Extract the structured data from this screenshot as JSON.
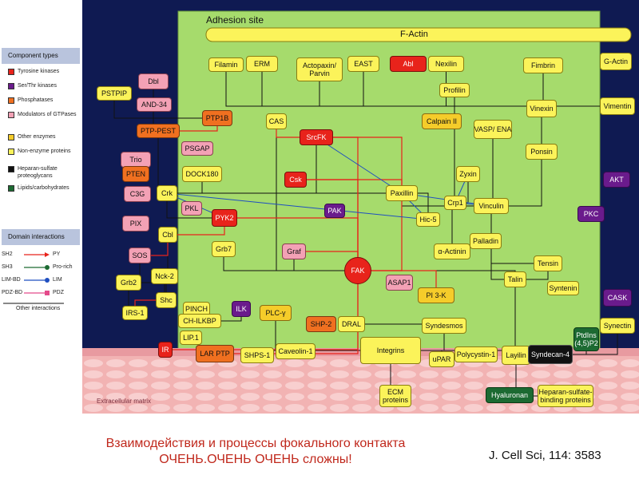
{
  "legend": {
    "component_types_title": "Component types",
    "component_types": [
      {
        "label": "Tyrosine kinases",
        "color": "#e8231b"
      },
      {
        "label": "Ser/Thr kinases",
        "color": "#6a1b8c"
      },
      {
        "label": "Phosphatases",
        "color": "#f07020"
      },
      {
        "label": "Modulators of GTPases",
        "color": "#f3a1b5"
      },
      {
        "label": "Other enzymes",
        "color": "#f5cc2a"
      },
      {
        "label": "Non-enzyme proteins",
        "color": "#fbf35a"
      },
      {
        "label": "Heparan-sulfate proteoglycans",
        "color": "#111111"
      },
      {
        "label": "Lipids/carbohydrates",
        "color": "#1c6a32"
      }
    ],
    "domain_interactions_title": "Domain interactions",
    "domain_interactions": [
      {
        "left": "SH2",
        "right": "PY",
        "color": "#e8231b"
      },
      {
        "left": "SH3",
        "right": "Pro-rich",
        "color": "#1c6a32"
      },
      {
        "left": "LIM-BD",
        "right": "LIM",
        "color": "#1f4fc0"
      },
      {
        "left": "PDZ-BD",
        "right": "PDZ",
        "color": "#e44a8a"
      }
    ],
    "other_interactions_label": "Other interactions"
  },
  "diagram": {
    "adhesion_site_label": "Adhesion site",
    "factin_label": "F-Actin",
    "extracellular_label": "Extracellular matrix",
    "nodes": [
      {
        "label": "Filamin",
        "type": "ne"
      },
      {
        "label": "ERM",
        "type": "ne"
      },
      {
        "label": "Actopaxin/ Parvin",
        "type": "ne"
      },
      {
        "label": "EAST",
        "type": "ne"
      },
      {
        "label": "Abl",
        "type": "ty"
      },
      {
        "label": "Nexilin",
        "type": "ne"
      },
      {
        "label": "Fimbrin",
        "type": "ne"
      },
      {
        "label": "G-Actin",
        "type": "ne"
      },
      {
        "label": "Vimentin",
        "type": "ne"
      },
      {
        "label": "PSTPIP",
        "type": "ne"
      },
      {
        "label": "Dbl",
        "type": "gt"
      },
      {
        "label": "AND-34",
        "type": "gt"
      },
      {
        "label": "PTP1B",
        "type": "ph"
      },
      {
        "label": "PTP-PEST",
        "type": "ph"
      },
      {
        "label": "CAS",
        "type": "ne"
      },
      {
        "label": "SrcFK",
        "type": "ty"
      },
      {
        "label": "Calpain II",
        "type": "oe"
      },
      {
        "label": "Profilin",
        "type": "ne"
      },
      {
        "label": "VASP/ ENA",
        "type": "ne"
      },
      {
        "label": "Vinexin",
        "type": "ne"
      },
      {
        "label": "Trio",
        "type": "gt"
      },
      {
        "label": "PSGAP",
        "type": "gt"
      },
      {
        "label": "Ponsin",
        "type": "ne"
      },
      {
        "label": "PTEN",
        "type": "ph"
      },
      {
        "label": "DOCK180",
        "type": "ne"
      },
      {
        "label": "Csk",
        "type": "ty"
      },
      {
        "label": "Zyxin",
        "type": "ne"
      },
      {
        "label": "AKT",
        "type": "st"
      },
      {
        "label": "C3G",
        "type": "gt"
      },
      {
        "label": "Crk",
        "type": "ne"
      },
      {
        "label": "Paxillin",
        "type": "ne"
      },
      {
        "label": "Crp1",
        "type": "ne"
      },
      {
        "label": "Vinculin",
        "type": "ne"
      },
      {
        "label": "PKL",
        "type": "gt"
      },
      {
        "label": "PYK2",
        "type": "ty"
      },
      {
        "label": "PAK",
        "type": "st"
      },
      {
        "label": "Hic-5",
        "type": "ne"
      },
      {
        "label": "PKC",
        "type": "st"
      },
      {
        "label": "PIX",
        "type": "gt"
      },
      {
        "label": "Cbl",
        "type": "ne"
      },
      {
        "label": "Palladin",
        "type": "ne"
      },
      {
        "label": "Grb7",
        "type": "ne"
      },
      {
        "label": "Graf",
        "type": "gt"
      },
      {
        "label": "α-Actinin",
        "type": "ne"
      },
      {
        "label": "SOS",
        "type": "gt"
      },
      {
        "label": "Tensin",
        "type": "ne"
      },
      {
        "label": "FAK",
        "type": "ty"
      },
      {
        "label": "Nck-2",
        "type": "ne"
      },
      {
        "label": "ASAP1",
        "type": "gt"
      },
      {
        "label": "Talin",
        "type": "ne"
      },
      {
        "label": "Grb2",
        "type": "ne"
      },
      {
        "label": "Syntenin",
        "type": "ne"
      },
      {
        "label": "PI 3-K",
        "type": "oe"
      },
      {
        "label": "Shc",
        "type": "ne"
      },
      {
        "label": "CASK",
        "type": "st"
      },
      {
        "label": "PINCH",
        "type": "ne"
      },
      {
        "label": "ILK",
        "type": "st"
      },
      {
        "label": "IRS-1",
        "type": "ne"
      },
      {
        "label": "PLC-γ",
        "type": "oe"
      },
      {
        "label": "CH-ILKBP",
        "type": "ne"
      },
      {
        "label": "Syndesmos",
        "type": "ne"
      },
      {
        "label": "SHP-2",
        "type": "ph"
      },
      {
        "label": "DRAL",
        "type": "ne"
      },
      {
        "label": "Synectin",
        "type": "ne"
      },
      {
        "label": "PtdIns (4,5)P2",
        "type": "lc"
      },
      {
        "label": "LIP.1",
        "type": "ne"
      },
      {
        "label": "IR",
        "type": "ty"
      },
      {
        "label": "LAR PTP",
        "type": "ph"
      },
      {
        "label": "SHPS-1",
        "type": "ne"
      },
      {
        "label": "Caveolin-1",
        "type": "ne"
      },
      {
        "label": "Integrins",
        "type": "ne"
      },
      {
        "label": "uPAR",
        "type": "ne"
      },
      {
        "label": "Polycystin-1",
        "type": "ne"
      },
      {
        "label": "Layilin",
        "type": "ne"
      },
      {
        "label": "Syndecan-4",
        "type": "hs"
      },
      {
        "label": "ECM proteins",
        "type": "ne"
      },
      {
        "label": "Hyaluronan",
        "type": "lc"
      },
      {
        "label": "Heparan-sulfate-binding proteins",
        "type": "ne"
      }
    ]
  },
  "caption": {
    "line1": "Взаимодействия и процессы фокального контакта",
    "line2": "ОЧЕНЬ.ОЧЕНЬ ОЧЕНЬ сложны!"
  },
  "citation": "J. Cell Sci, 114: 3583"
}
